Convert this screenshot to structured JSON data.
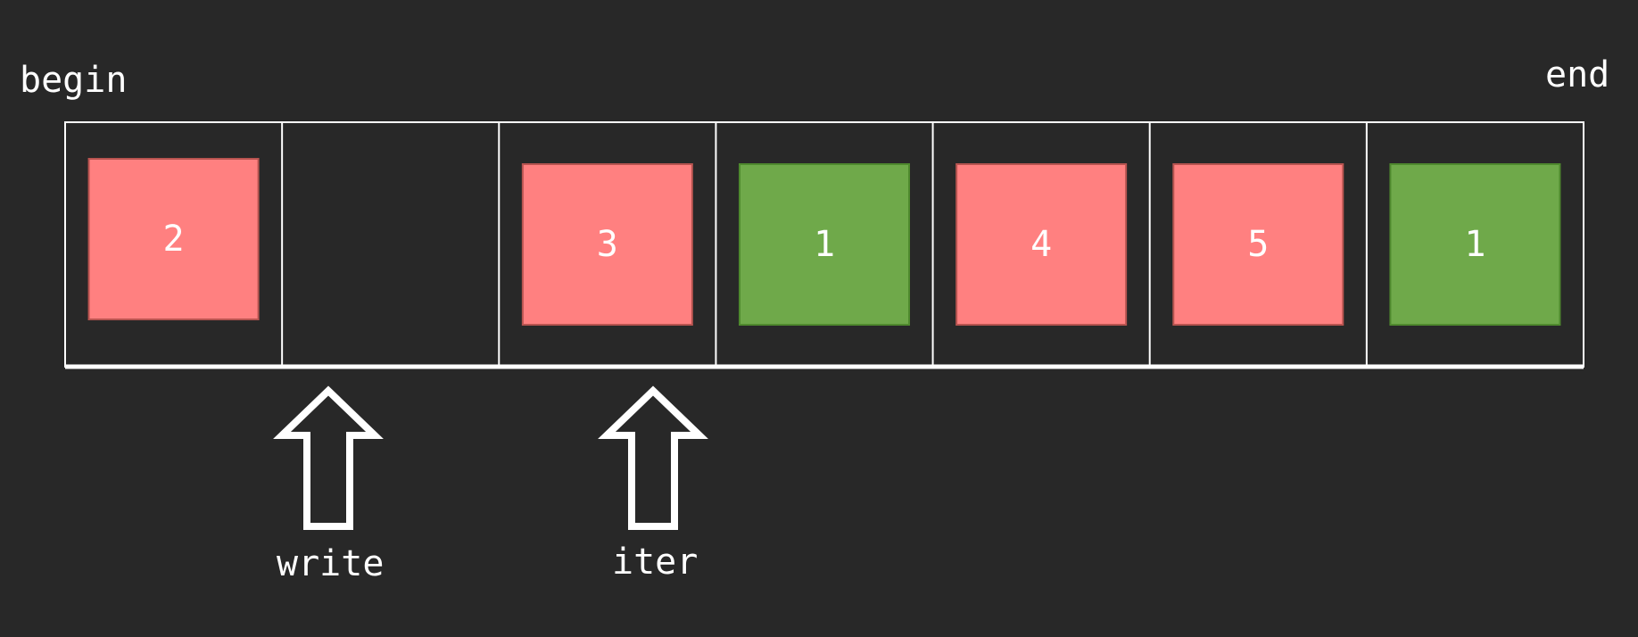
{
  "labels": {
    "begin": "begin",
    "end": "end",
    "write": "write",
    "iter": "iter"
  },
  "cells": [
    {
      "value": "2",
      "color": "red"
    },
    {
      "value": "",
      "color": "empty"
    },
    {
      "value": "3",
      "color": "red"
    },
    {
      "value": "1",
      "color": "green"
    },
    {
      "value": "4",
      "color": "red"
    },
    {
      "value": "5",
      "color": "red"
    },
    {
      "value": "1",
      "color": "green"
    }
  ],
  "pointers": [
    {
      "name": "write",
      "slot": 1
    },
    {
      "name": "iter",
      "slot": 2
    }
  ],
  "colors": {
    "background": "#282828",
    "line": "#ffffff",
    "red_fill": "#ff8080",
    "red_stroke": "#b85450",
    "green_fill": "#6fa94a",
    "green_stroke": "#4f8a2e",
    "text": "#ffffff"
  }
}
